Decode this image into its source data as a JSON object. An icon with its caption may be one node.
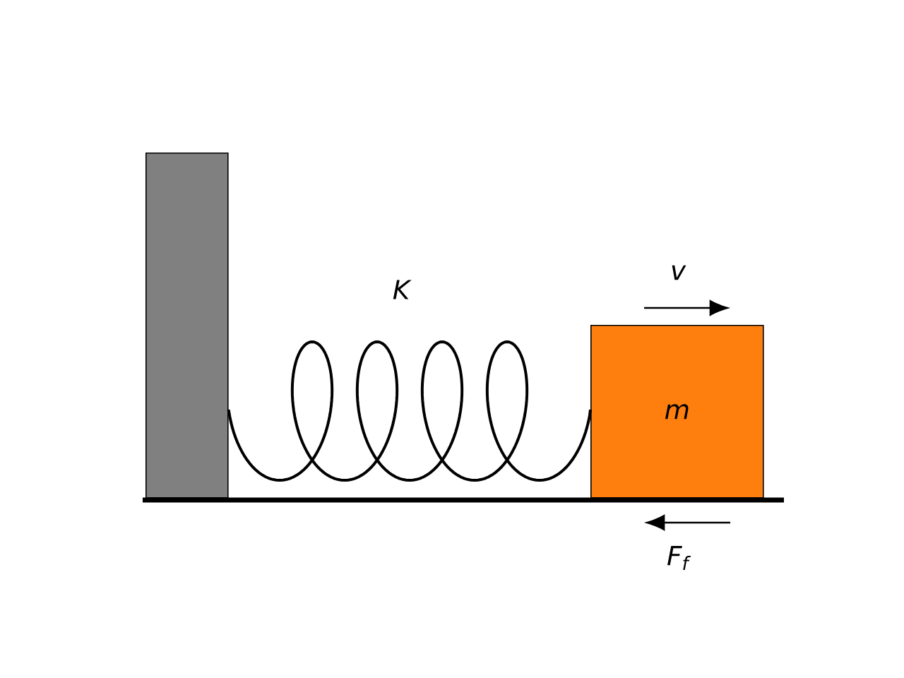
{
  "diagram": {
    "nodes": [
      {
        "text": [],
        "shape": "box"
      },
      {
        "text": [
          "m"
        ]
      }
    ],
    "edges": [
      {
        "from": 0,
        "to": 1,
        "arrow": "none",
        "label": "K"
      }
    ],
    "labels": [
      "v",
      "F$_{f}$"
    ]
  }
}
